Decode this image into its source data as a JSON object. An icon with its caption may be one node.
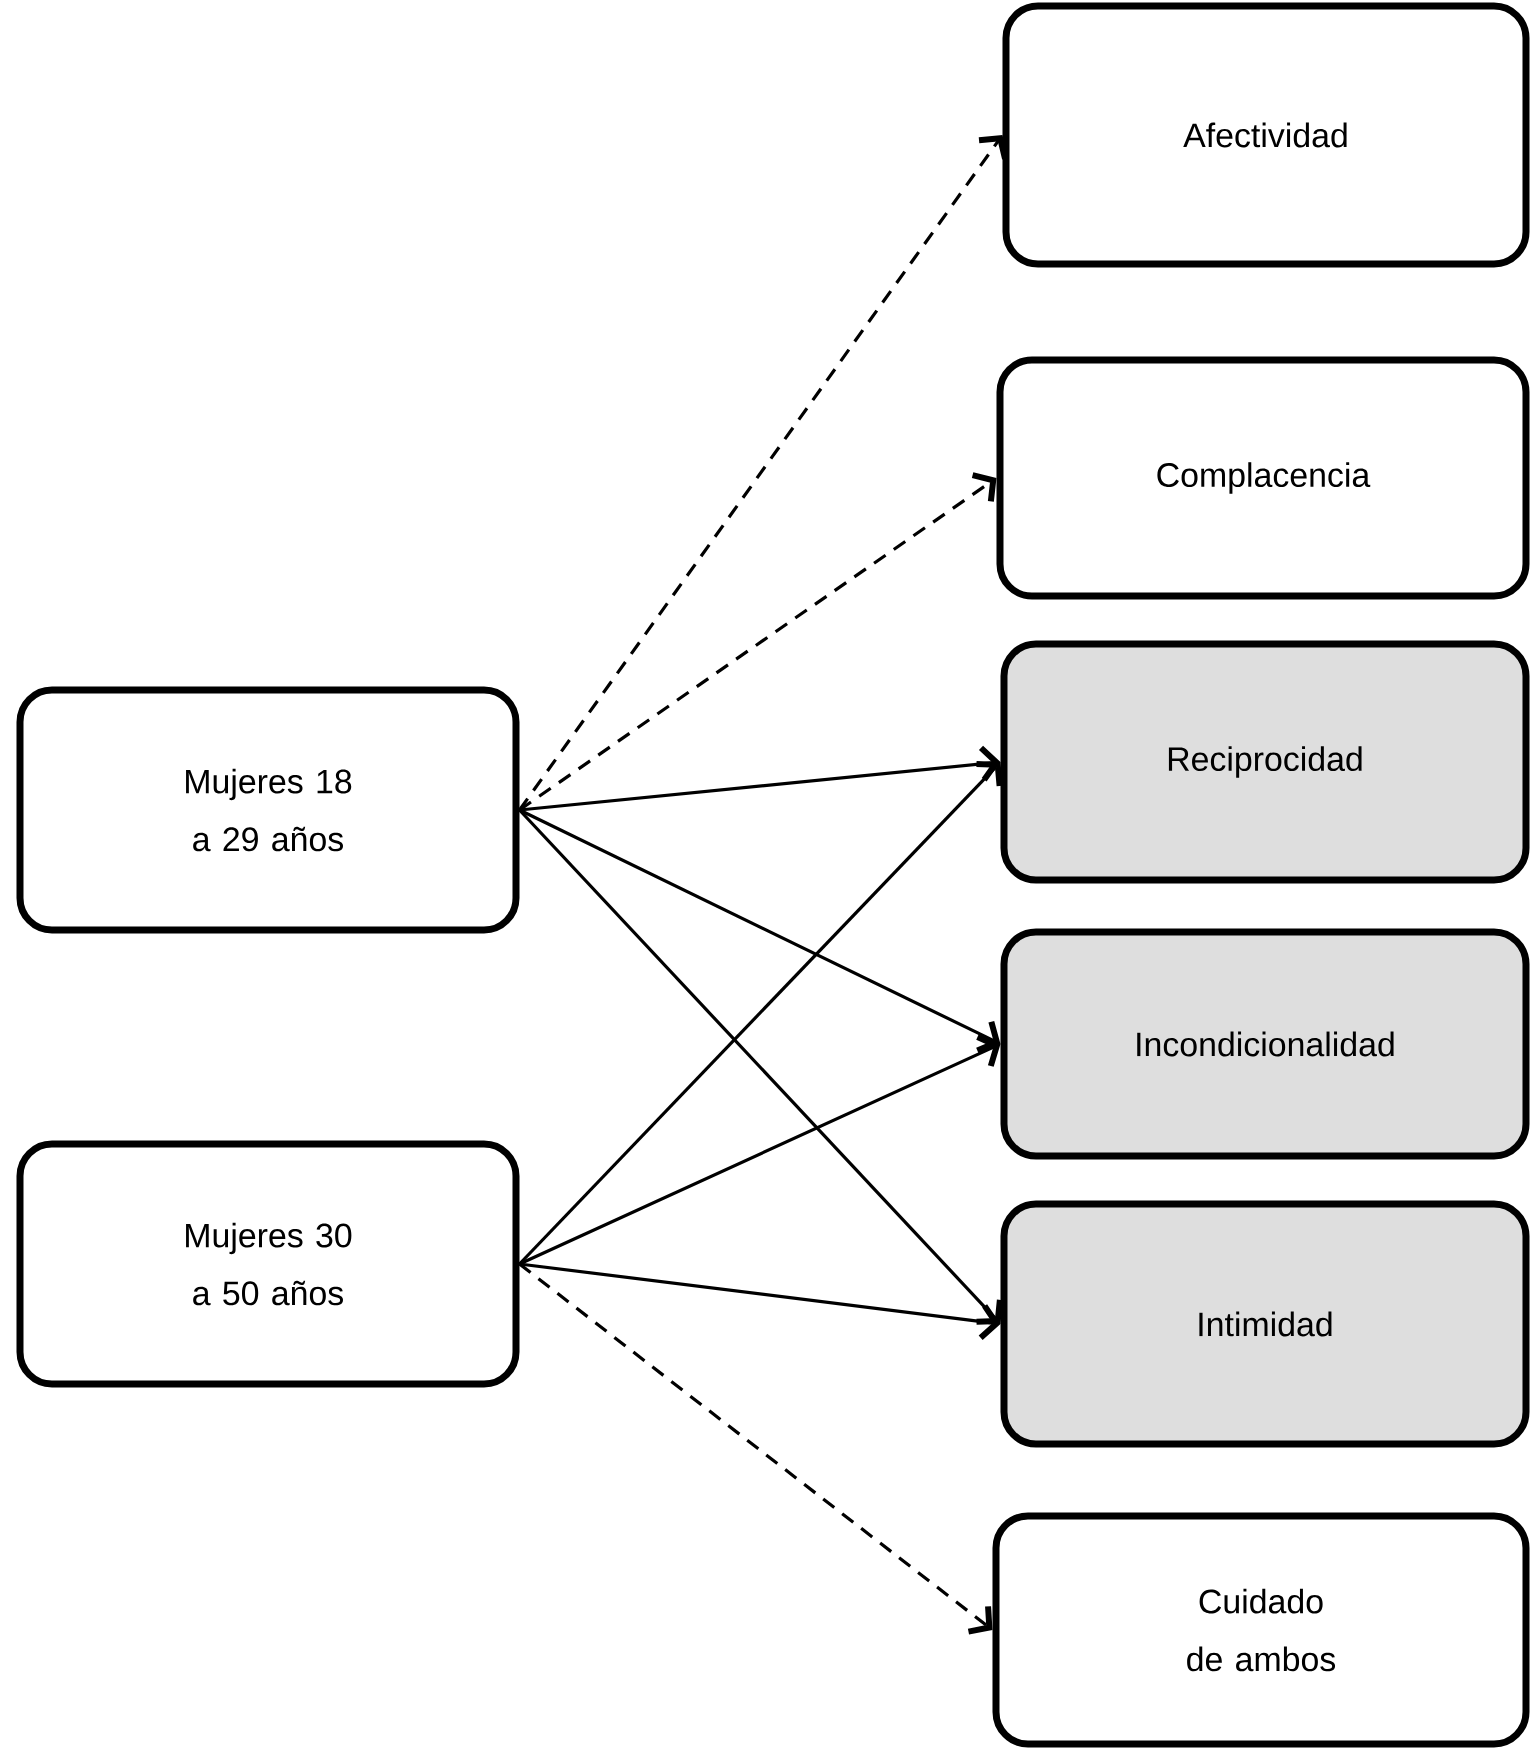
{
  "diagram": {
    "nodes": [
      {
        "text": [
          "Mujeres 18 a 29 años"
        ]
      },
      {
        "text": [
          "Mujeres 30 a 50 años"
        ]
      },
      {
        "text": [
          "Afectividad"
        ]
      },
      {
        "text": [
          "Complacencia"
        ]
      },
      {
        "text": [
          "Reciprocidad"
        ]
      },
      {
        "text": [
          "Incondicionalidad"
        ]
      },
      {
        "text": [
          "Intimidad"
        ]
      },
      {
        "text": [
          "Cuidado de ambos"
        ]
      }
    ],
    "edges": [
      {
        "from": 0,
        "to": 2,
        "arrow": "to",
        "style": "dashed"
      },
      {
        "from": 0,
        "to": 3,
        "arrow": "to",
        "style": "dashed"
      },
      {
        "from": 0,
        "to": 4,
        "arrow": "to"
      },
      {
        "from": 0,
        "to": 5,
        "arrow": "to"
      },
      {
        "from": 0,
        "to": 6,
        "arrow": "to"
      },
      {
        "from": 1,
        "to": 4,
        "arrow": "to"
      },
      {
        "from": 1,
        "to": 5,
        "arrow": "to"
      },
      {
        "from": 1,
        "to": 6,
        "arrow": "to"
      },
      {
        "from": 1,
        "to": 7,
        "arrow": "to",
        "style": "dashed"
      }
    ]
  }
}
